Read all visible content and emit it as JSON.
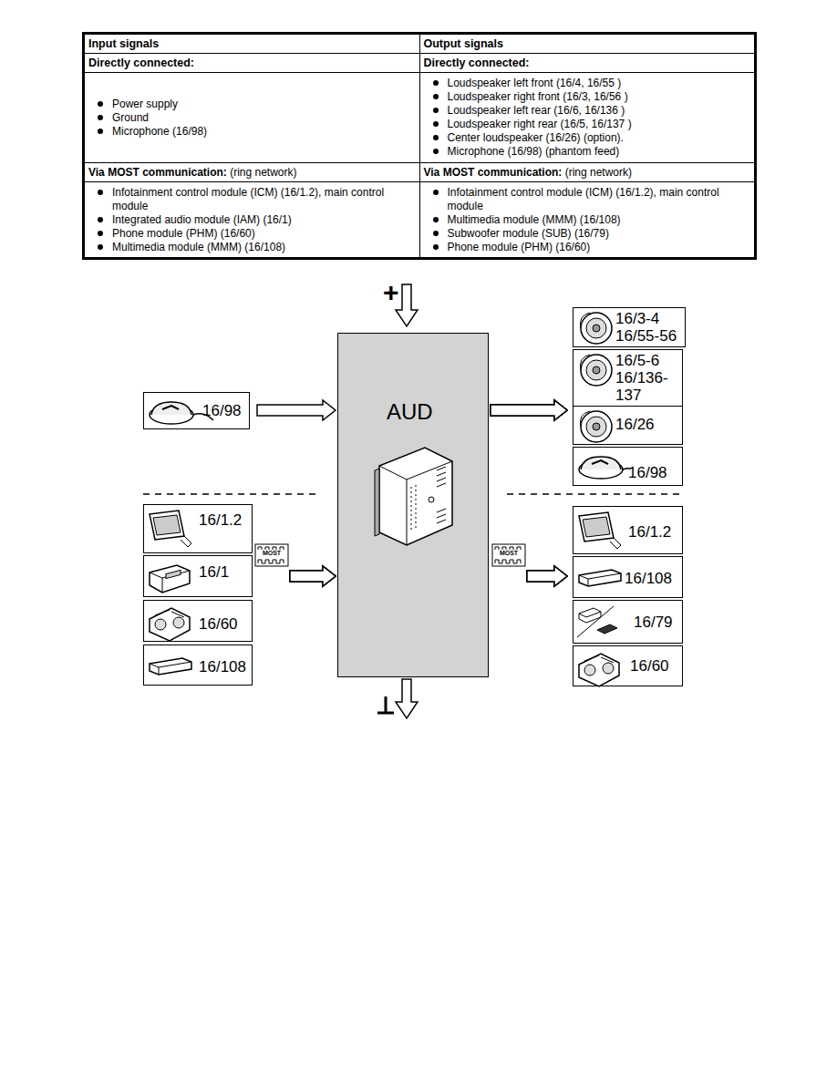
{
  "diagram": {
    "nodes": [
      {
        "text": [
          "AUD"
        ]
      },
      {
        "text": [
          "16/98"
        ]
      },
      {
        "text": [
          "16/1.2"
        ]
      },
      {
        "text": [
          "16/1"
        ]
      },
      {
        "text": [
          "16/60"
        ]
      },
      {
        "text": [
          "16/108"
        ]
      },
      {
        "text": [
          "16/3-4 16/55-56"
        ]
      },
      {
        "text": [
          "16/5-6 16/136-137"
        ]
      },
      {
        "text": [
          "16/26"
        ]
      },
      {
        "text": [
          "16/98"
        ]
      },
      {
        "text": [
          "16/1.2"
        ]
      },
      {
        "text": [
          "16/108"
        ]
      },
      {
        "text": [
          "16/79"
        ]
      },
      {
        "text": [
          "16/60"
        ]
      }
    ],
    "edges": [
      {
        "from": 1,
        "to": 0,
        "arrow": "to"
      },
      {
        "from": 2,
        "to": 0,
        "arrow": "to"
      },
      {
        "from": 3,
        "to": 0,
        "arrow": "to"
      },
      {
        "from": 4,
        "to": 0,
        "arrow": "to"
      },
      {
        "from": 5,
        "to": 0,
        "arrow": "to"
      },
      {
        "from": 0,
        "to": 6,
        "arrow": "to"
      },
      {
        "from": 0,
        "to": 7,
        "arrow": "to"
      },
      {
        "from": 0,
        "to": 8,
        "arrow": "to"
      },
      {
        "from": 0,
        "to": 9,
        "arrow": "to"
      },
      {
        "from": 0,
        "to": 10,
        "arrow": "to"
      },
      {
        "from": 0,
        "to": 11,
        "arrow": "to"
      },
      {
        "from": 0,
        "to": 12,
        "arrow": "to"
      },
      {
        "from": 0,
        "to": 13,
        "arrow": "to"
      }
    ],
    "labels": [
      "Input signals",
      "Output signals",
      "Directly connected:",
      "Directly connected:",
      "Power supply",
      "Ground",
      "Microphone (16/98)",
      "Loudspeaker left front (16/4, 16/55 )",
      "Loudspeaker right front (16/3, 16/56 )",
      "Loudspeaker left rear (16/6, 16/136 )",
      "Loudspeaker right rear (16/5, 16/137 )",
      "Center loudspeaker (16/26) (option).",
      "Microphone (16/98) (phantom feed)",
      "Via MOST communication:",
      "(ring network)",
      "Via MOST communication:",
      "(ring network)",
      "Infotainment control module (ICM) (16/1.2), main control module",
      "Integrated audio module (IAM) (16/1)",
      "Phone module (PHM) (16/60)",
      "Multimedia module (MMM) (16/108)",
      "Infotainment control module (ICM) (16/1.2), main control module",
      "Multimedia module (MMM) (16/108)",
      "Subwoofer module (SUB) (16/79)",
      "Phone module (PHM) (16/60)",
      "+",
      "MOST",
      "MOST"
    ]
  }
}
